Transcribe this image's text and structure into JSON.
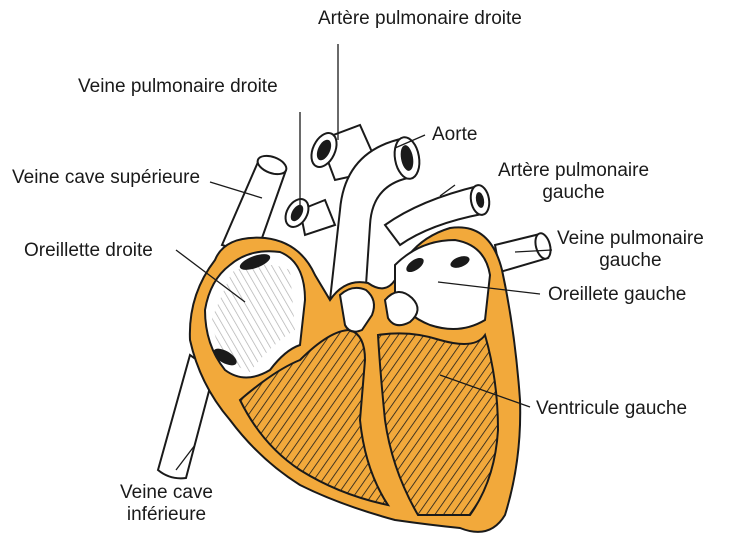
{
  "colors": {
    "wall": "#F2A93B",
    "outline": "#1a1a1a",
    "background": "#ffffff"
  },
  "labels": {
    "right_pulmonary_artery": "Artère pulmonaire droite",
    "right_pulmonary_vein": "Veine pulmonaire droite",
    "aorta": "Aorte",
    "left_pulmonary_artery_1": "Artère pulmonaire",
    "left_pulmonary_artery_2": "gauche",
    "superior_vena_cava": "Veine cave supérieure",
    "left_pulmonary_vein_1": "Veine pulmonaire",
    "left_pulmonary_vein_2": "gauche",
    "right_atrium": "Oreillette droite",
    "left_atrium": "Oreillete gauche",
    "left_ventricle": "Ventricule gauche",
    "inferior_vena_cava_1": "Veine cave",
    "inferior_vena_cava_2": "inférieure"
  }
}
